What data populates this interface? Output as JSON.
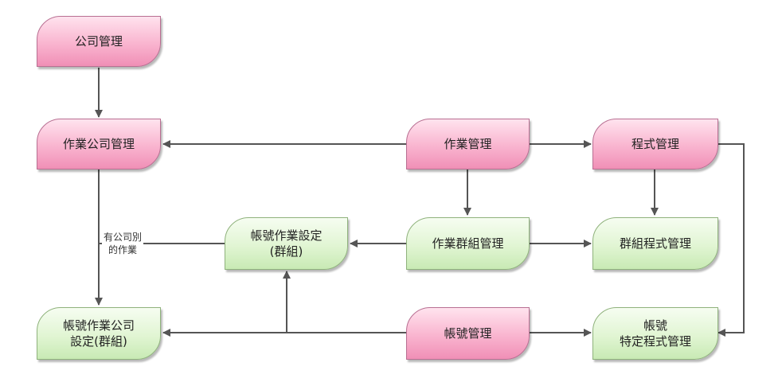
{
  "colors": {
    "pink_node": "#f9b4cf",
    "green_node": "#e1f5d3",
    "connector": "#555555"
  },
  "nodes": {
    "company_mgmt": "公司管理",
    "work_company_mgmt": "作業公司管理",
    "work_mgmt": "作業管理",
    "program_mgmt": "程式管理",
    "account_work_setting_group": "帳號作業設定\n(群組)",
    "work_group_mgmt": "作業群組管理",
    "group_program_mgmt": "群組程式管理",
    "account_work_company_setting_group": "帳號作業公司\n設定(群組)",
    "account_mgmt": "帳號管理",
    "account_specific_program_mgmt": "帳號\n特定程式管理"
  },
  "edge_labels": {
    "company_work": "有公司別\n的作業"
  }
}
